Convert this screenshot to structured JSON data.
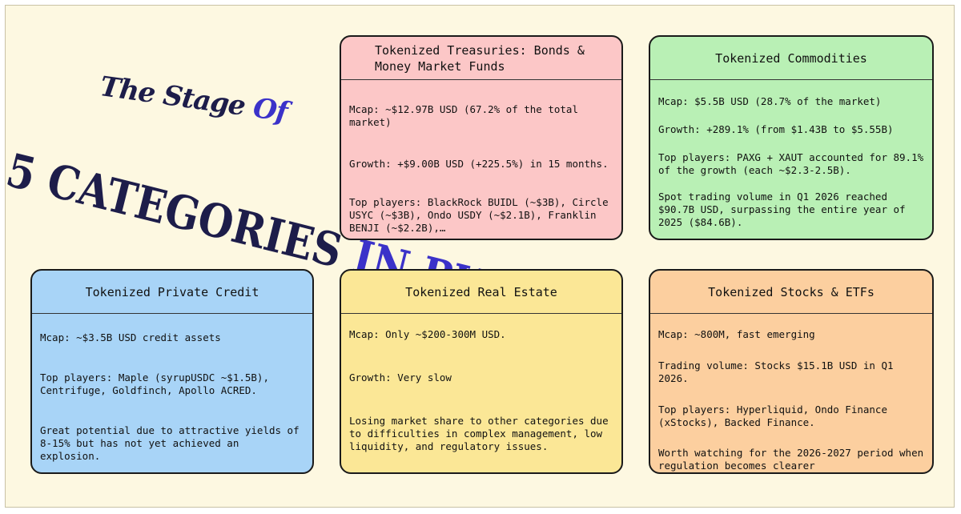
{
  "title": {
    "line1_part1": "The Stage ",
    "line1_part2": "Of",
    "line2_part1": "5 CATEGORIES ",
    "line2_part2": "IN RWA"
  },
  "cards": {
    "treasuries": {
      "heading": "Tokenized Treasuries: Bonds & Money Market Funds",
      "p1": "Mcap: ~$12.97B USD (67.2% of the total market)",
      "p2": "Growth: +$9.00B USD (+225.5%) in 15 months.",
      "p3": "Top players: BlackRock BUIDL (~$3B), Circle USYC (~$3B), Ondo USDY (~$2.1B), Franklin BENJI (~$2.2B),…"
    },
    "commodities": {
      "heading": "Tokenized Commodities",
      "p1": "Mcap: $5.5B USD (28.7% of the market)",
      "p2": "Growth: +289.1% (from $1.43B to $5.55B)",
      "p3": "Top players: PAXG + XAUT accounted for 89.1% of the growth (each ~$2.3-2.5B).",
      "p4": "Spot trading volume in Q1 2026 reached $90.7B USD, surpassing the entire year of 2025 ($84.6B)."
    },
    "private_credit": {
      "heading": "Tokenized Private Credit",
      "p1": "Mcap: ~$3.5B USD credit assets",
      "p2": "Top players: Maple (syrupUSDC ~$1.5B), Centrifuge, Goldfinch, Apollo ACRED.",
      "p3": "Great potential due to attractive yields of 8-15% but has not yet achieved an explosion."
    },
    "real_estate": {
      "heading": "Tokenized Real Estate",
      "p1": "Mcap: Only ~$200-300M USD.",
      "p2": "Growth: Very slow",
      "p3": "Losing market share to other categories due to difficulties in complex management, low liquidity, and regulatory issues."
    },
    "stocks": {
      "heading": "Tokenized Stocks & ETFs",
      "p1": "Mcap: ~800M, fast emerging",
      "p2": "Trading volume: Stocks $15.1B USD in Q1 2026.",
      "p3": "Top players: Hyperliquid, Ondo Finance (xStocks), Backed Finance.",
      "p4": "Worth watching for the 2026-2027 period when regulation becomes clearer"
    }
  },
  "colors": {
    "pink": "#fcc7c7",
    "green": "#b9f0b5",
    "blue": "#a8d4f7",
    "yellow": "#fbe796",
    "orange": "#fccf9f",
    "title_dark": "#1d1d4a",
    "title_accent": "#3b32c9",
    "background": "#fdf8e1"
  }
}
